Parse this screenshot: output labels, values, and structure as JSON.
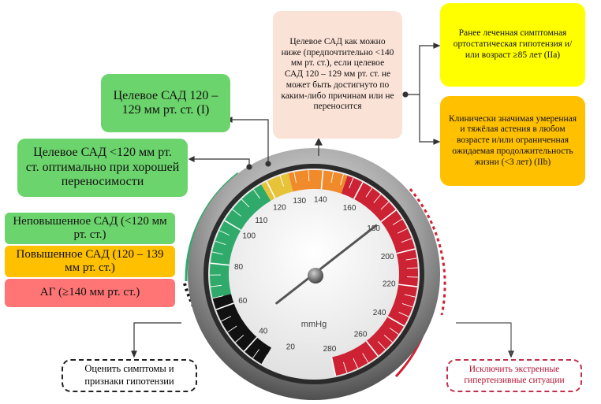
{
  "boxes": {
    "target_low": "Целевое САД как можно ниже (предпочтительно <140 мм рт. ст.), если целевое САД 120 – 129 мм рт. ст. не может быть достигнуто по каким-либо причинам или не переносится",
    "target_120_129": "Целевое САД 120 – 129 мм рт. ст. (I)",
    "target_lt120": "Целевое САД <120 мм рт. ст. оптимально при хорошей переносимости",
    "ortho": "Ранее леченная симптомная ортостатическая гипотензия и/или возраст ≥85 лет (IIa)",
    "frailty": "Клинически значимая умеренная и тяжёлая астения в любом возрасте и/или ограниченная ожидаемая продолжительность жизни (<3 лет) (IIb)"
  },
  "categories": {
    "normal": "Неповышенное САД (<120 мм рт. ст.)",
    "elevated": "Повышенное САД (120 – 139 мм рт. ст.)",
    "hypertension": "АГ (≥140 мм рт. ст.)"
  },
  "actions": {
    "hypotension": "Оценить симптомы и признаки гипотензии",
    "emergency": "Исключить экстренные гипертензивные ситуации"
  },
  "gauge": {
    "unit": "mmHg",
    "ticks": [
      "20",
      "40",
      "60",
      "80",
      "100",
      "110",
      "120",
      "130",
      "140",
      "160",
      "180",
      "200",
      "220",
      "240",
      "260",
      "280"
    ],
    "needle_value": 180,
    "colors": {
      "green": "#2faa6a",
      "yellow": "#e7c33a",
      "orange": "#f08a2a",
      "red": "#cc2233",
      "dark": "#111111"
    }
  }
}
